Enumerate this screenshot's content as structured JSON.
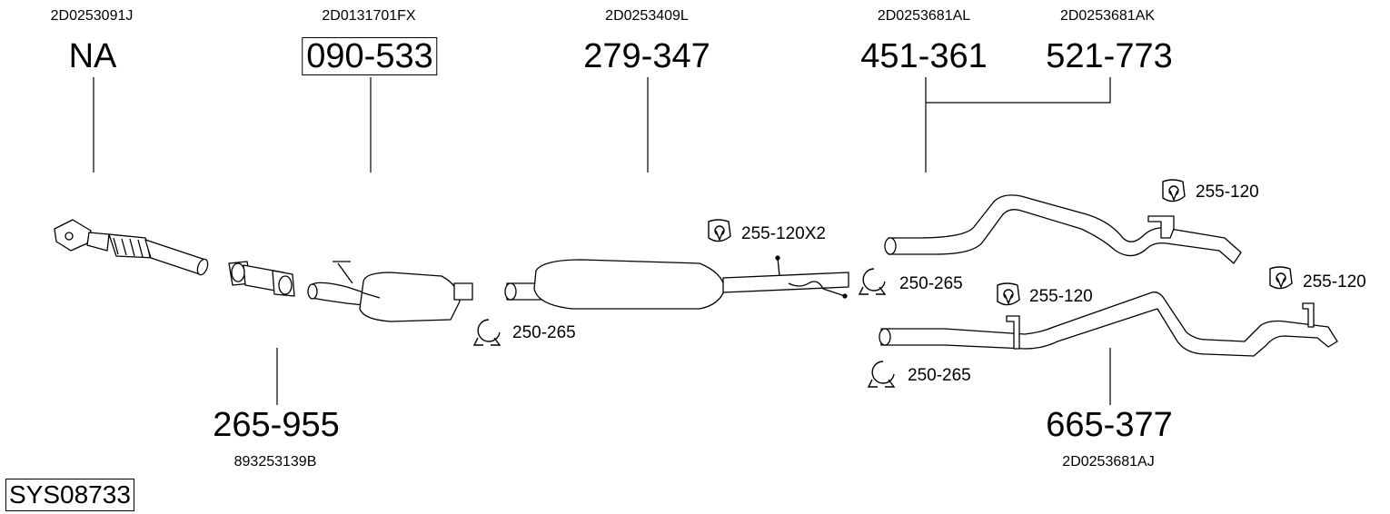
{
  "parts": [
    {
      "oem": "2D0253091J",
      "number": "NA"
    },
    {
      "oem": "2D0131701FX",
      "number": "090-533"
    },
    {
      "oem": "2D0253409L",
      "number": "279-347"
    },
    {
      "oem": "2D0253681AL",
      "number": "451-361"
    },
    {
      "oem": "2D0253681AK",
      "number": "521-773"
    },
    {
      "oem": "893253139B",
      "number": "265-955"
    },
    {
      "oem": "2D0253681AJ",
      "number": "665-377"
    }
  ],
  "fittings": [
    {
      "type": "hanger-icon",
      "label": "255-120X2"
    },
    {
      "type": "clamp-icon",
      "label": "250-265"
    },
    {
      "type": "clamp-icon",
      "label": "250-265"
    },
    {
      "type": "hanger-icon",
      "label": "255-120"
    },
    {
      "type": "hanger-icon",
      "label": "255-120"
    },
    {
      "type": "hanger-icon",
      "label": "255-120"
    },
    {
      "type": "clamp-icon",
      "label": "250-265"
    }
  ],
  "system_code": "SYS08733"
}
